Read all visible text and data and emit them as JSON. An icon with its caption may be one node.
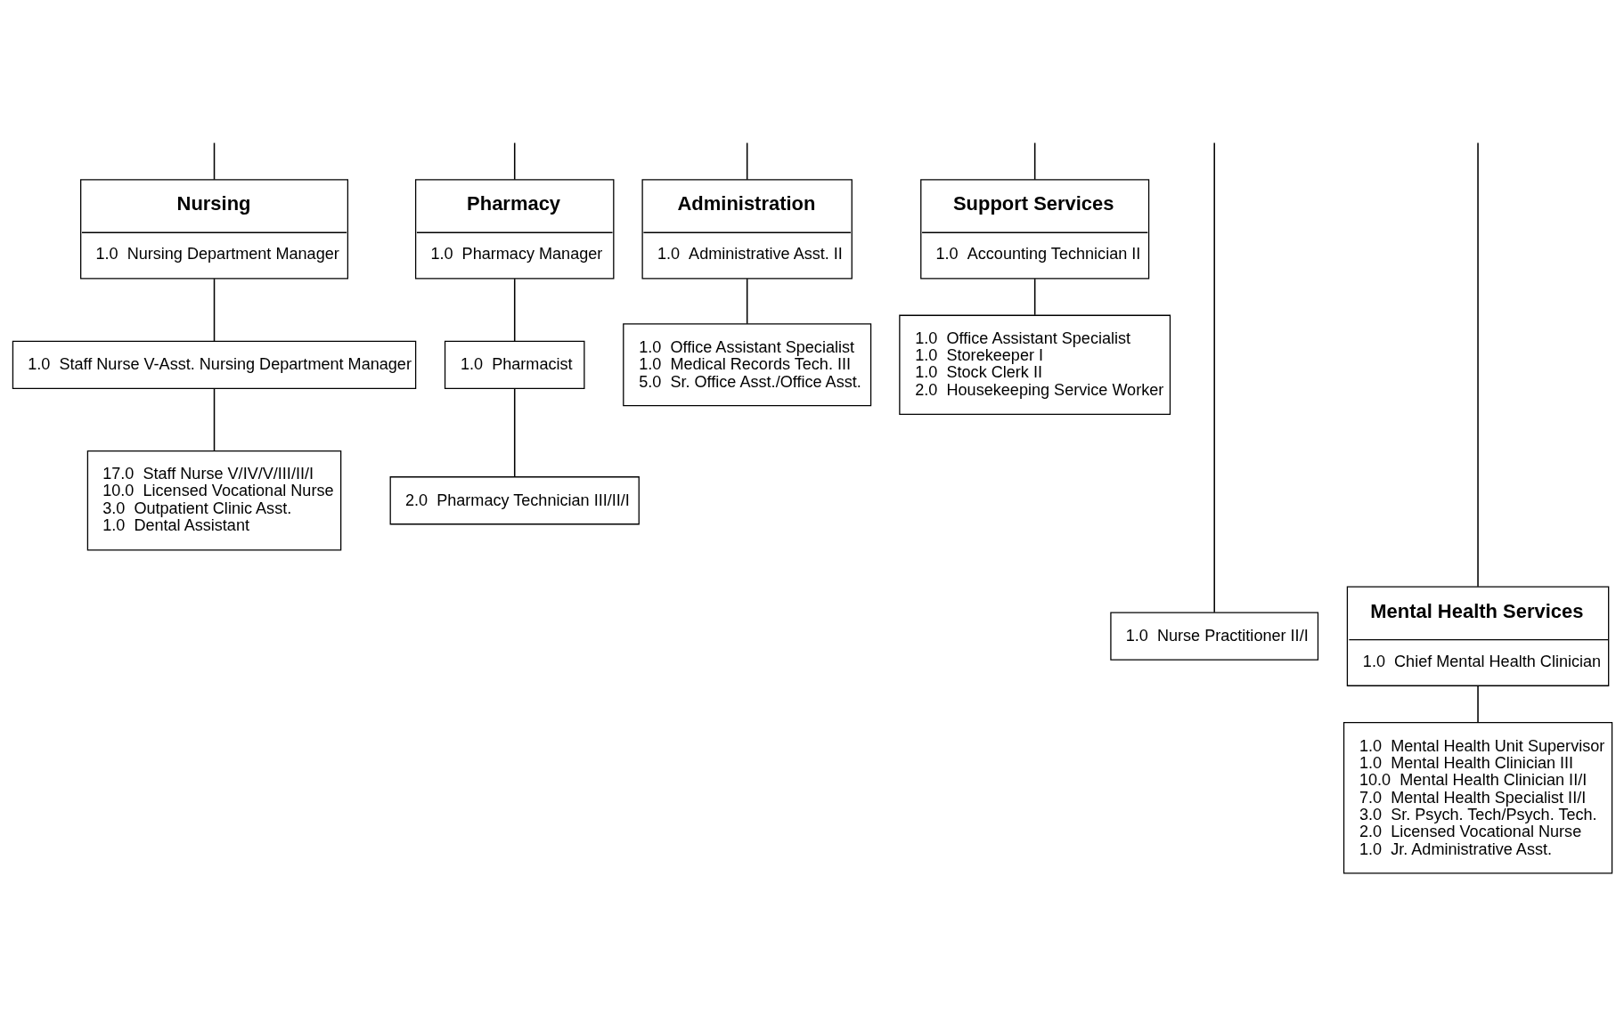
{
  "diagram": {
    "nodes": [
      {
        "text": [
          "Nursing",
          "1.0  Nursing Department Manager"
        ]
      },
      {
        "text": [
          "1.0  Staff Nurse V-Asst. Nursing Department Manager"
        ]
      },
      {
        "text": [
          "17.0  Staff Nurse V/IV/V/III/II/I",
          "10.0  Licensed Vocational Nurse",
          "3.0  Outpatient Clinic Asst.",
          "1.0  Dental Assistant"
        ]
      },
      {
        "text": [
          "Pharmacy",
          "1.0  Pharmacy Manager"
        ]
      },
      {
        "text": [
          "1.0  Pharmacist"
        ]
      },
      {
        "text": [
          "2.0  Pharmacy Technician III/II/I"
        ]
      },
      {
        "text": [
          "Administration",
          "1.0  Administrative Asst. II"
        ]
      },
      {
        "text": [
          "1.0  Office Assistant Specialist",
          "1.0  Medical Records Tech. III",
          "5.0  Sr. Office Asst./Office Asst."
        ]
      },
      {
        "text": [
          "Support Services",
          "1.0  Accounting Technician II"
        ]
      },
      {
        "text": [
          "1.0  Office Assistant Specialist",
          "1.0  Storekeeper I",
          "1.0  Stock Clerk II",
          "2.0  Housekeeping Service Worker"
        ]
      },
      {
        "text": [
          "1.0  Nurse Practitioner II/I"
        ]
      },
      {
        "text": [
          "Mental Health Services",
          "1.0  Chief Mental Health Clinician"
        ]
      },
      {
        "text": [
          "1.0  Mental Health Unit Supervisor",
          "1.0  Mental Health Clinician III",
          "10.0  Mental Health Clinician II/I",
          "7.0  Mental Health Specialist II/I",
          "3.0  Sr. Psych. Tech/Psych. Tech.",
          "2.0  Licensed Vocational Nurse",
          "1.0  Jr. Administrative Asst."
        ]
      }
    ],
    "edges": [
      {
        "from": null,
        "to": 0,
        "arrow": "none"
      },
      {
        "from": null,
        "to": 11,
        "arrow": "none"
      },
      {
        "from": null,
        "to": 3,
        "arrow": "none"
      },
      {
        "from": null,
        "to": 6,
        "arrow": "none"
      },
      {
        "from": null,
        "to": 10,
        "arrow": "none"
      },
      {
        "from": null,
        "to": 8,
        "arrow": "none"
      },
      {
        "from": 0,
        "to": 1,
        "arrow": "none"
      },
      {
        "from": 1,
        "to": 2,
        "arrow": "none"
      },
      {
        "from": 3,
        "to": 4,
        "arrow": "none"
      },
      {
        "from": 4,
        "to": 5,
        "arrow": "none"
      },
      {
        "from": 6,
        "to": 7,
        "arrow": "none"
      },
      {
        "from": 8,
        "to": 9,
        "arrow": "none"
      },
      {
        "from": 11,
        "to": 12,
        "arrow": "none"
      }
    ]
  }
}
